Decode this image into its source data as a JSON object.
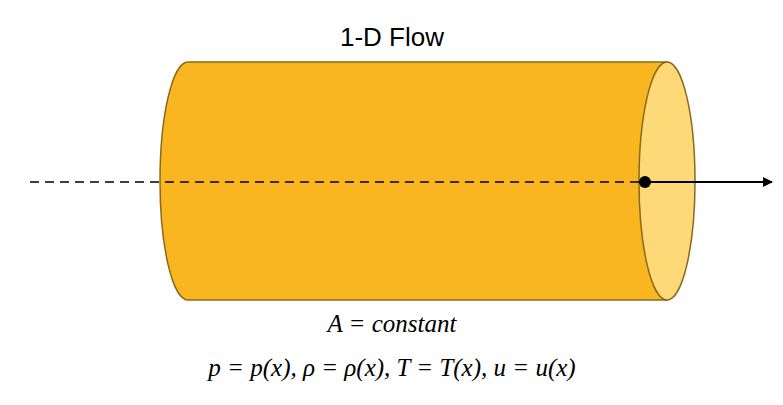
{
  "diagram": {
    "title": "1-D Flow",
    "labels": [
      "A = constant",
      "p = p(x), ρ = ρ(x), T = T(x), u = u(x)"
    ]
  }
}
